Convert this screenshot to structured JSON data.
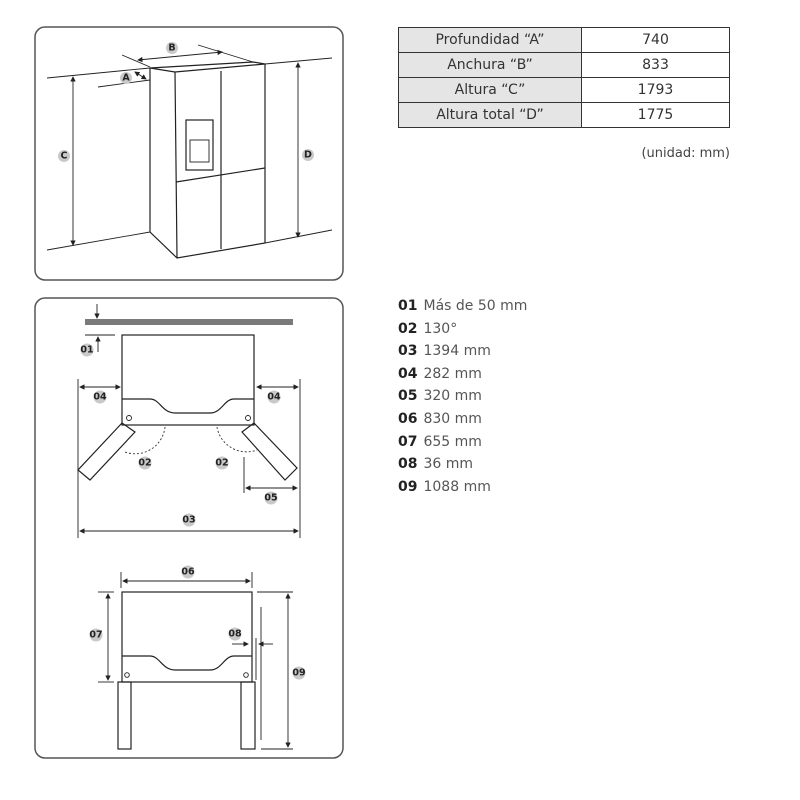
{
  "dimensions_table": {
    "rows": [
      {
        "label": "Profundidad “A”",
        "value": "740"
      },
      {
        "label": "Anchura “B”",
        "value": "833"
      },
      {
        "label": "Altura “C”",
        "value": "1793"
      },
      {
        "label": "Altura total “D”",
        "value": "1775"
      }
    ],
    "unit_note": "(unidad: mm)"
  },
  "diagram_labels": {
    "A": "A",
    "B": "B",
    "C": "C",
    "D": "D",
    "n01": "01",
    "n02": "02",
    "n03": "03",
    "n04": "04",
    "n05": "05",
    "n06": "06",
    "n07": "07",
    "n08": "08",
    "n09": "09"
  },
  "clearance_list": [
    {
      "num": "01",
      "text": "Más de 50 mm"
    },
    {
      "num": "02",
      "text": "130°"
    },
    {
      "num": "03",
      "text": "1394 mm"
    },
    {
      "num": "04",
      "text": "282 mm"
    },
    {
      "num": "05",
      "text": "320 mm"
    },
    {
      "num": "06",
      "text": "830 mm"
    },
    {
      "num": "07",
      "text": "655 mm"
    },
    {
      "num": "08",
      "text": "36 mm"
    },
    {
      "num": "09",
      "text": "1088 mm"
    }
  ]
}
